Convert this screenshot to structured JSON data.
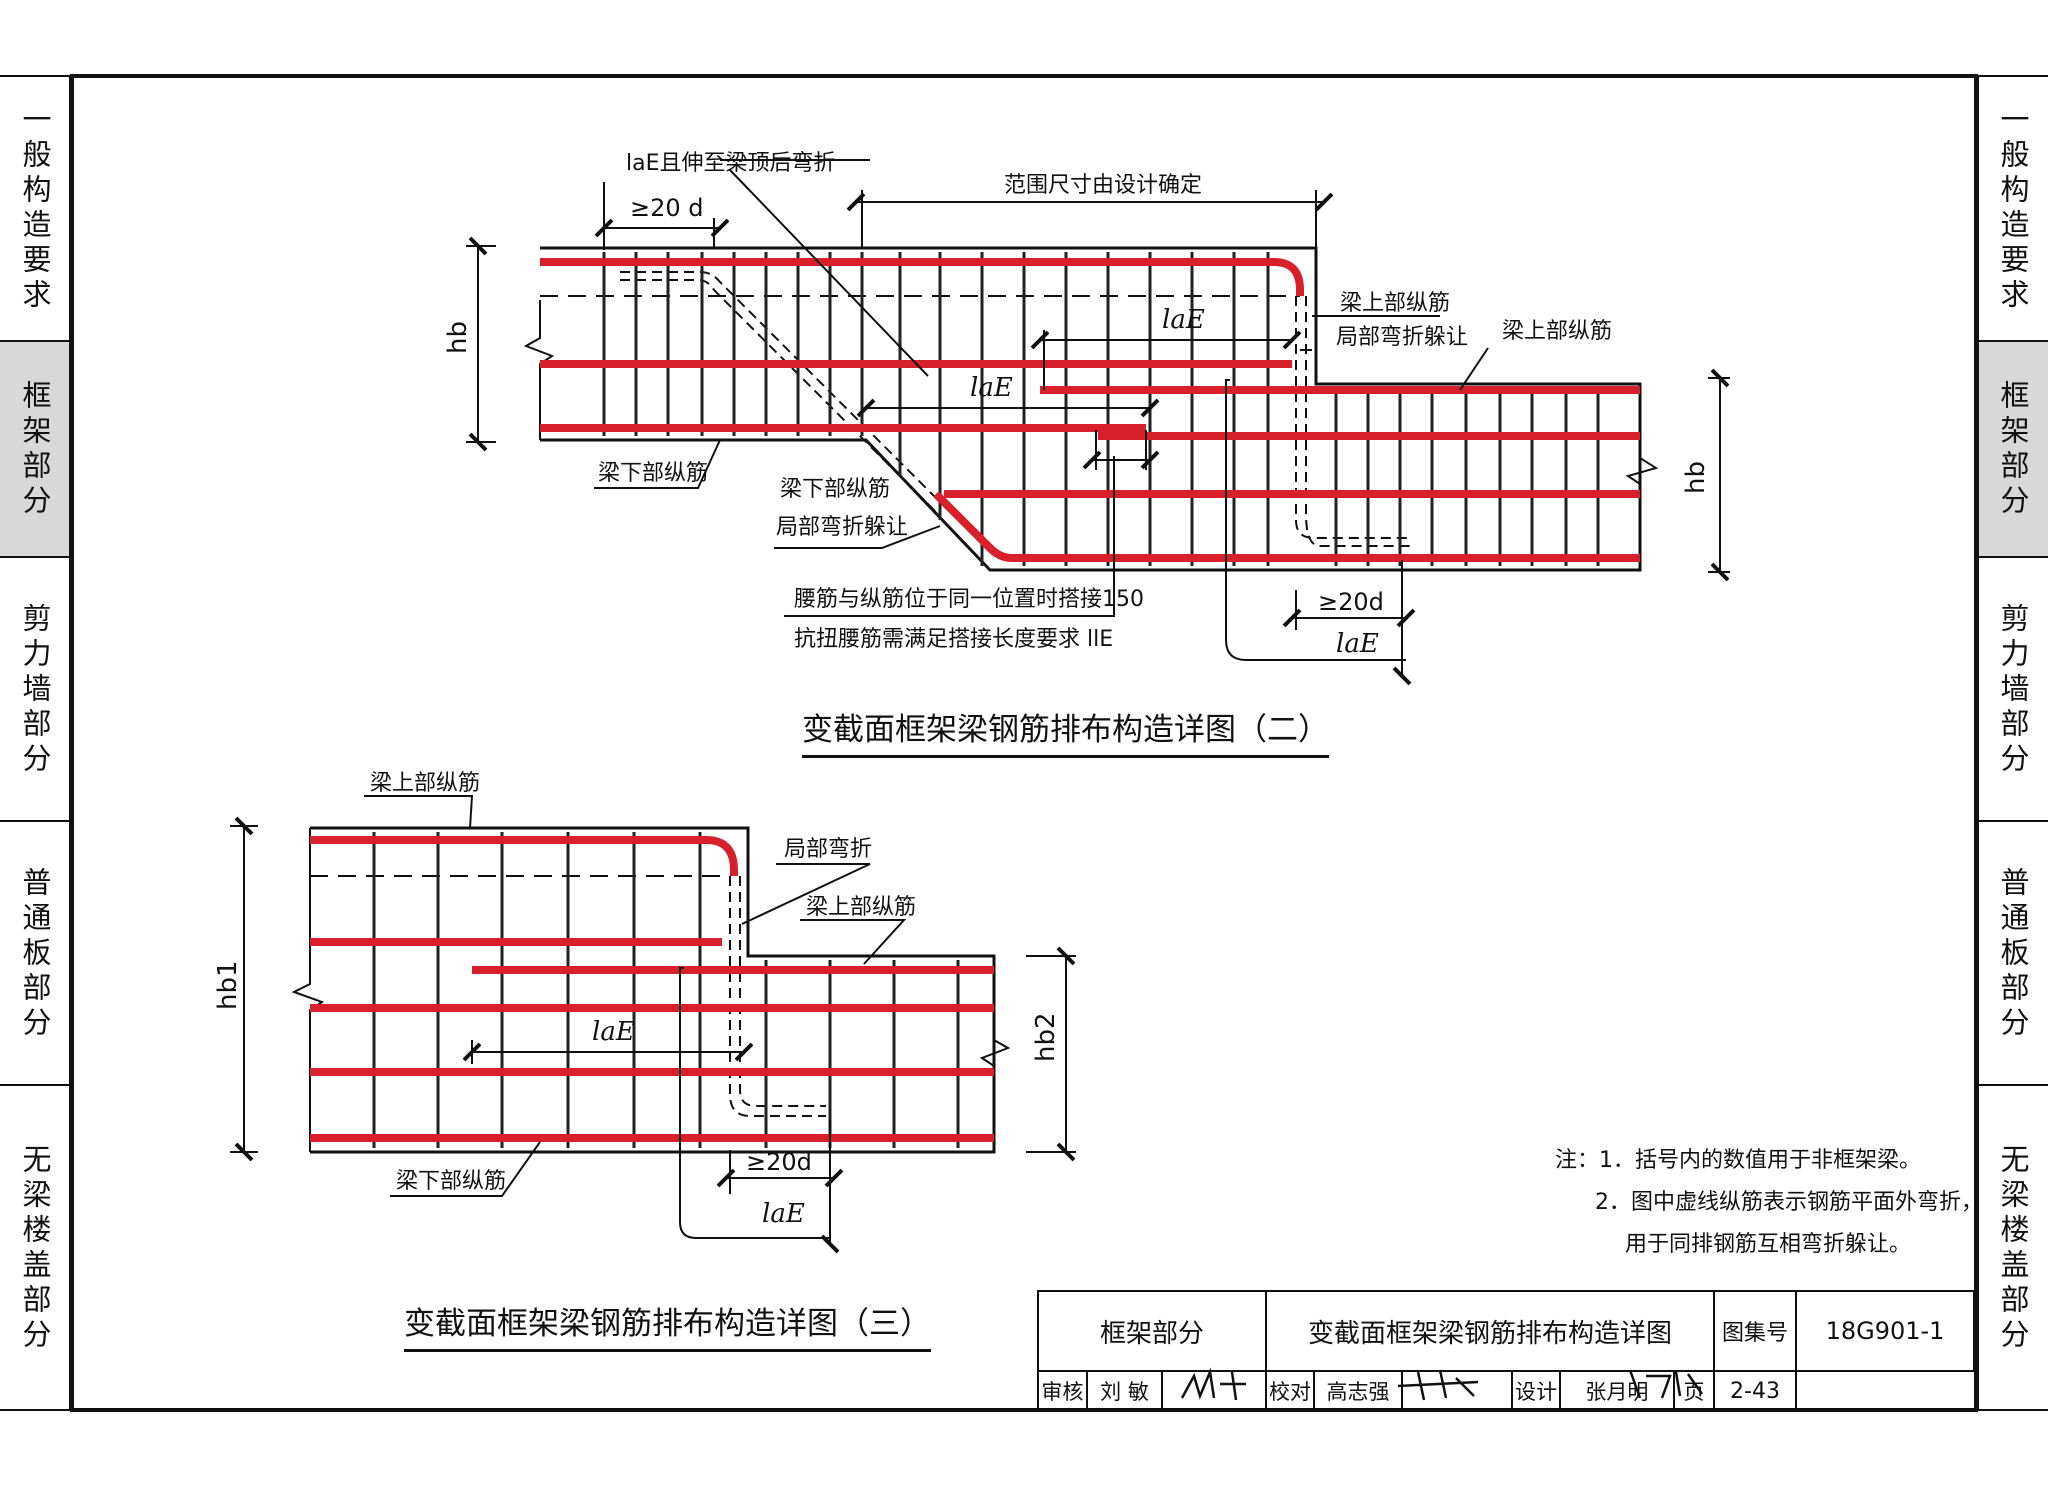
{
  "side_tabs": [
    "一般构造要求",
    "框架部分",
    "剪力墙部分",
    "普通板部分",
    "无梁楼盖部分"
  ],
  "active_tab": 1,
  "diagram1": {
    "title": "变截面框架梁钢筋排布构造详图（二）",
    "label_lae_top": "laE且伸至梁顶后弯折",
    "label_20d_top": "≥20 d",
    "label_range": "范围尺寸由设计确定",
    "label_lae_1": "laE",
    "label_lae_2": "laE",
    "label_top_bar_bend_1": "梁上部纵筋",
    "label_top_bar_bend_2": "局部弯折躲让",
    "label_top_bar": "梁上部纵筋",
    "label_bottom_bar": "梁下部纵筋",
    "label_bottom_bend_1": "梁下部纵筋",
    "label_bottom_bend_2": "局部弯折躲让",
    "label_waist_1": "腰筋与纵筋位于同一位置时搭接150",
    "label_waist_2": "抗扭腰筋需满足搭接长度要求 llE",
    "label_20d_bottom": "≥20d",
    "label_lae_bottom": "laE",
    "label_hb_left": "hb",
    "label_hb_right": "hb"
  },
  "diagram2": {
    "title": "变截面框架梁钢筋排布构造详图（三）",
    "label_top_bar": "梁上部纵筋",
    "label_local_bend": "局部弯折",
    "label_top_bar_2": "梁上部纵筋",
    "label_bottom_bar": "梁下部纵筋",
    "label_lae": "laE",
    "label_20d": "≥20d",
    "label_lae_bottom": "laE",
    "label_hb1": "hb1",
    "label_hb2": "hb2"
  },
  "notes": [
    "注：1．括号内的数值用于非框架梁。",
    "2．图中虚线纵筋表示钢筋平面外弯折，",
    "用于同排钢筋互相弯折躲让。"
  ],
  "title_block": {
    "section": "框架部分",
    "drawing_title": "变截面框架梁钢筋排布构造详图",
    "atlas_label": "图集号",
    "atlas_no": "18G901-1",
    "review_label": "审核",
    "reviewer": "刘 敏",
    "reviewer_sig": "刘敏",
    "check_label": "校对",
    "checker": "高志强",
    "checker_sig": "高志强",
    "design_label": "设计",
    "designer": "张月明",
    "designer_sig": "张月明",
    "page_label": "页",
    "page_no": "2-43"
  },
  "colors": {
    "rebar": "#d8202a",
    "line": "#111111",
    "tab_active": "#d8d8d8"
  }
}
